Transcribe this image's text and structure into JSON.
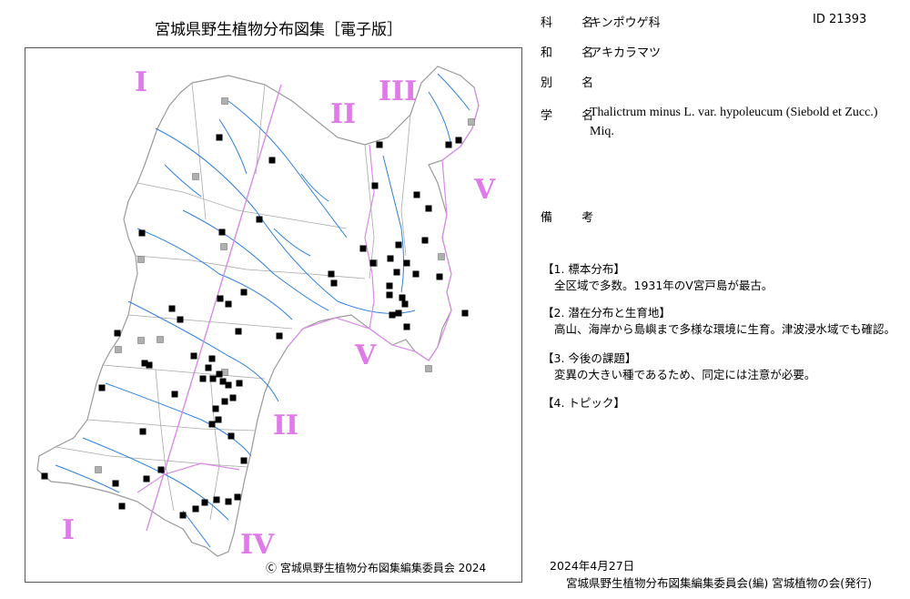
{
  "map": {
    "title": "宮城県野生植物分布図集［電子版］",
    "copyright": "Ⓒ 宮城県野生植物分布図集編集委員会  2024",
    "region_labels": [
      "I",
      "II",
      "III",
      "V",
      "V",
      "II",
      "I",
      "IV"
    ],
    "colors": {
      "boundary": "#9a9a9a",
      "river": "#2f7fe0",
      "region_line": "#d98ae6",
      "record_marker": "#000000",
      "old_record_marker": "#b0b0b0",
      "region_label": "#e07ae8"
    }
  },
  "info": {
    "family_label": "科 名",
    "family_value": "キンポウゲ科",
    "id_text": "ID 21393",
    "japanese_label": "和 名",
    "japanese_value": "アキカラマツ",
    "alias_label": "別 名",
    "alias_value": "",
    "scientific_label": "学 名",
    "scientific_value": "Thalictrum minus L. var. hypoleucum (Siebold et Zucc.) Miq.",
    "notes_label": "備 考"
  },
  "sections": [
    {
      "head": "【1. 標本分布】",
      "body": "全区域で多数。1931年のⅤ宮戸島が最古。"
    },
    {
      "head": "【2. 潜在分布と生育地】",
      "body": "高山、海岸から島嶼まで多様な環境に生育。津波浸水域でも確認。"
    },
    {
      "head": "【3. 今後の課題】",
      "body": "変異の大きい種であるため、同定には注意が必要。"
    },
    {
      "head": "【4. トピック】",
      "body": ""
    }
  ],
  "footer": {
    "date": "2024年4月27日",
    "publisher": "宮城県野生植物分布図集編集委員会(編)  宮城植物の会(発行)"
  }
}
